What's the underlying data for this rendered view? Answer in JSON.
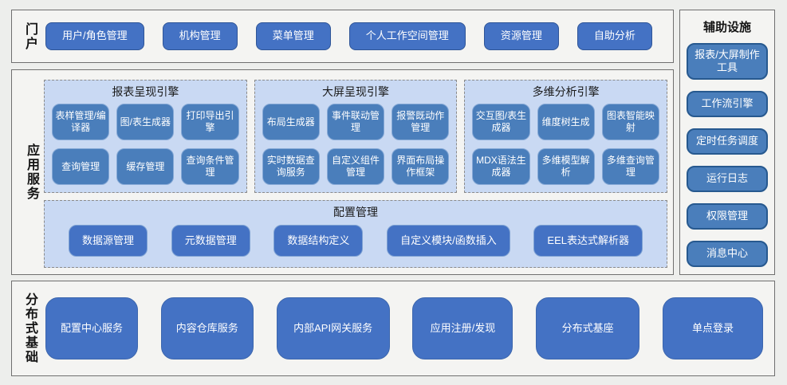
{
  "colors": {
    "page_background": "#edeeec",
    "panel_background": "#f4f4f2",
    "panel_border": "#6f6f6f",
    "button_blue": "#4472c4",
    "button_blue_muted": "#4a7ebb",
    "group_fill_light_blue": "#c9d9f3",
    "button_text": "#ffffff",
    "label_text": "#141414"
  },
  "sections": {
    "portal": {
      "label": "门户",
      "buttons": [
        "用户/角色管理",
        "机构管理",
        "菜单管理",
        "个人工作空间管理",
        "资源管理",
        "自助分析"
      ]
    },
    "app_services": {
      "label": "应用服务",
      "engines": [
        {
          "title": "报表呈现引擎",
          "buttons": [
            "表样管理/编译器",
            "图/表生成器",
            "打印导出引擎",
            "查询管理",
            "缓存管理",
            "查询条件管理"
          ]
        },
        {
          "title": "大屏呈现引擎",
          "buttons": [
            "布局生成器",
            "事件联动管理",
            "报警既动作管理",
            "实时数据查询服务",
            "自定义组件管理",
            "界面布局操作框架"
          ]
        },
        {
          "title": "多维分析引擎",
          "buttons": [
            "交互图/表生成器",
            "维度树生成",
            "图表智能映射",
            "MDX语法生成器",
            "多维模型解析",
            "多维查询管理"
          ]
        }
      ],
      "config": {
        "title": "配置管理",
        "buttons": [
          "数据源管理",
          "元数据管理",
          "数据结构定义",
          "自定义模块/函数插入",
          "EEL表达式解析器"
        ]
      }
    },
    "auxiliary": {
      "title": "辅助设施",
      "buttons": [
        "报表/大屏制作工具",
        "工作流引擎",
        "定时任务调度",
        "运行日志",
        "权限管理",
        "消息中心"
      ]
    },
    "distributed": {
      "label": "分布式基础",
      "buttons": [
        "配置中心服务",
        "内容仓库服务",
        "内部API网关服务",
        "应用注册/发现",
        "分布式基座",
        "单点登录"
      ]
    }
  }
}
